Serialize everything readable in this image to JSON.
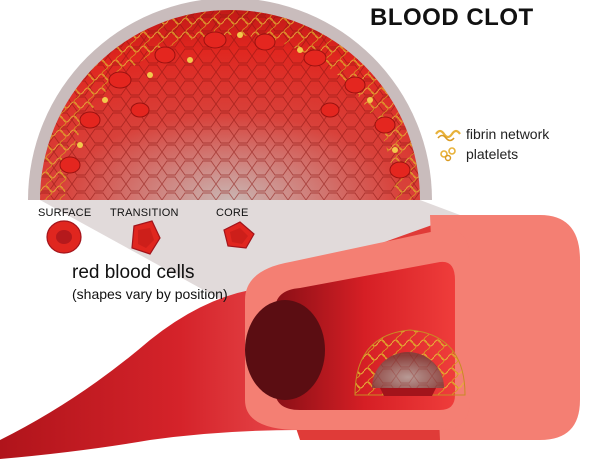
{
  "title": "BLOOD CLOT",
  "legend": {
    "fibrin_label": "fibrin network",
    "platelets_label": "platelets"
  },
  "cell_stages": {
    "surface": "SURFACE",
    "transition": "TRANSITION",
    "core": "CORE"
  },
  "rbc": {
    "title": "red blood cells",
    "subtitle": "(shapes vary by position)"
  },
  "colors": {
    "red_cell": "#e0261f",
    "dark_red": "#a3141b",
    "fibrin": "#e8b23a",
    "vessel_wall": "#f47f73",
    "lumen": "#5b0d12",
    "panel": "#c9bcbc"
  }
}
